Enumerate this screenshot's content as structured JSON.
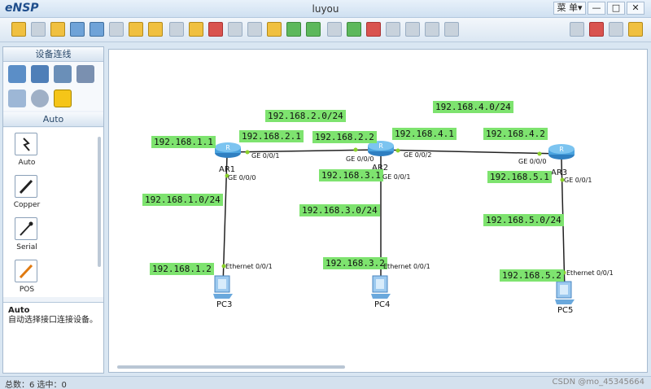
{
  "window": {
    "app_name": "eNSP",
    "title": "luyou",
    "menu_label": "菜 单▾",
    "min": "—",
    "max": "□",
    "close": "✕"
  },
  "toolbar": {
    "icons": [
      "new-topo-icon",
      "new-file-icon",
      "open-icon",
      "save-icon",
      "save-as-icon",
      "print-icon",
      "undo-icon",
      "redo-icon",
      "pointer-icon",
      "hand-icon",
      "delete-icon",
      "delete-link-icon",
      "text-icon",
      "palette-icon",
      "zoom-in-icon",
      "zoom-out-icon",
      "fit-icon",
      "start-icon",
      "stop-icon",
      "capture-icon",
      "topology-icon",
      "grid-icon",
      "screen-icon"
    ],
    "right_icons": [
      "message-icon",
      "huawei-icon",
      "settings-icon",
      "help-icon"
    ]
  },
  "left_panel": {
    "header": "设备连线",
    "sub_header": "Auto",
    "cables": [
      {
        "label": "Auto"
      },
      {
        "label": "Copper"
      },
      {
        "label": "Serial"
      },
      {
        "label": "POS"
      }
    ],
    "desc_title": "Auto",
    "desc_text": "自动选择接口连接设备。"
  },
  "topology": {
    "devices": [
      {
        "name": "AR1"
      },
      {
        "name": "AR2"
      },
      {
        "name": "AR3"
      },
      {
        "name": "PC3"
      },
      {
        "name": "PC4"
      },
      {
        "name": "PC5"
      }
    ],
    "ip_labels": [
      "192.168.2.0/24",
      "192.168.4.0/24",
      "192.168.1.1",
      "192.168.2.1",
      "192.168.2.2",
      "192.168.4.1",
      "192.168.4.2",
      "192.168.3.1",
      "192.168.5.1",
      "192.168.1.0/24",
      "192.168.3.0/24",
      "192.168.5.0/24",
      "192.168.1.2",
      "192.168.3.2",
      "192.168.5.2"
    ],
    "ports": [
      "GE 0/0/1",
      "GE 0/0/0",
      "GE 0/0/2",
      "GE 0/0/1",
      "GE 0/0/0",
      "GE 0/0/1",
      "GE 0/0/0",
      "Ethernet 0/0/1",
      "Ethernet 0/0/1",
      "Ethernet 0/0/1"
    ]
  },
  "status": {
    "left": "总数：6  选中：0",
    "right": "CSDN @mo_45345664"
  },
  "colors": {
    "ip_label_bg": "#7ee36f",
    "router": "#4aa3df",
    "link": "#222222",
    "port_dot": "#8bd12b"
  }
}
